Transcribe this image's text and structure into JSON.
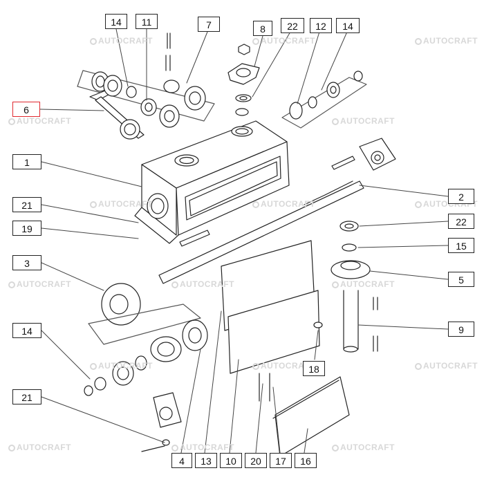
{
  "diagram": {
    "watermark": "AUTOCRAFT",
    "selected_callout": "6",
    "colors": {
      "line": "#222222",
      "selected": "#e0282e",
      "watermark": "#d8d8d8"
    },
    "callouts": [
      {
        "id": "c6",
        "label": "6"
      },
      {
        "id": "c14a",
        "label": "14"
      },
      {
        "id": "c11",
        "label": "11"
      },
      {
        "id": "c7",
        "label": "7"
      },
      {
        "id": "c8",
        "label": "8"
      },
      {
        "id": "c22a",
        "label": "22"
      },
      {
        "id": "c12",
        "label": "12"
      },
      {
        "id": "c14b",
        "label": "14"
      },
      {
        "id": "c1",
        "label": "1"
      },
      {
        "id": "c2",
        "label": "2"
      },
      {
        "id": "c21a",
        "label": "21"
      },
      {
        "id": "c19",
        "label": "19"
      },
      {
        "id": "c22b",
        "label": "22"
      },
      {
        "id": "c15",
        "label": "15"
      },
      {
        "id": "c3",
        "label": "3"
      },
      {
        "id": "c5",
        "label": "5"
      },
      {
        "id": "c9",
        "label": "9"
      },
      {
        "id": "c14c",
        "label": "14"
      },
      {
        "id": "c18",
        "label": "18"
      },
      {
        "id": "c21b",
        "label": "21"
      },
      {
        "id": "c4",
        "label": "4"
      },
      {
        "id": "c13",
        "label": "13"
      },
      {
        "id": "c10",
        "label": "10"
      },
      {
        "id": "c20",
        "label": "20"
      },
      {
        "id": "c17",
        "label": "17"
      },
      {
        "id": "c16",
        "label": "16"
      }
    ]
  }
}
